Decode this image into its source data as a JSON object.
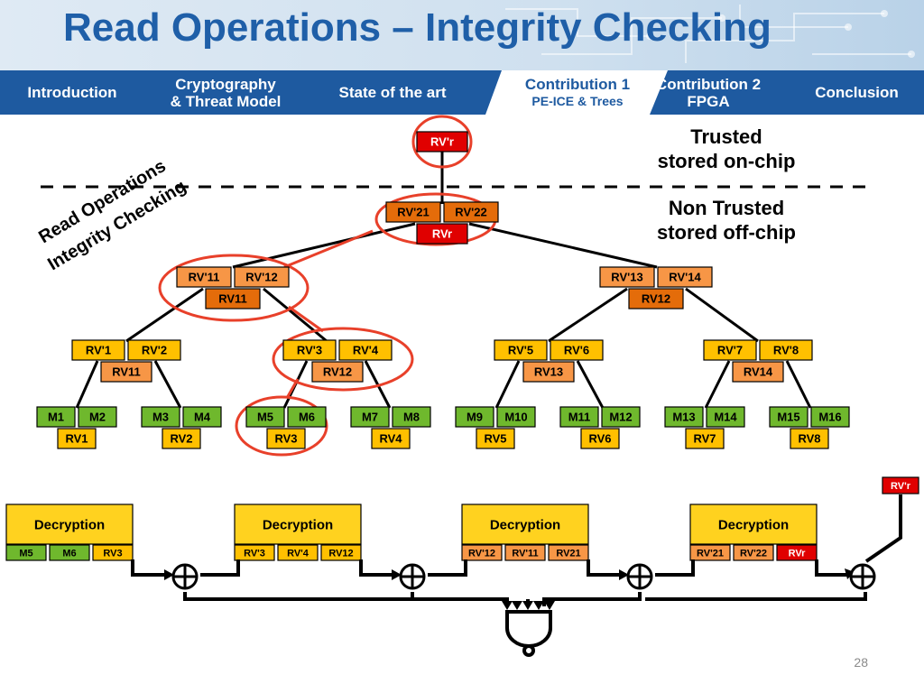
{
  "title": "Read Operations – Integrity Checking",
  "nav": [
    {
      "label": "Introduction"
    },
    {
      "label": "Cryptography\n& Threat Model"
    },
    {
      "label": "State of the art"
    },
    {
      "label": "Contribution 1",
      "sub": "PE-ICE & Trees"
    },
    {
      "label": "Contribution 2\nFPGA"
    },
    {
      "label": "Conclusion"
    }
  ],
  "labels": {
    "trusted": "Trusted\nstored on-chip",
    "nontrusted": "Non Trusted\nstored off-chip",
    "diag1": "Read Operations",
    "diag2": "Integrity Checking"
  },
  "tree": {
    "root": "RV'r",
    "l1": {
      "a": "RV'21",
      "b": "RV'22",
      "rv": "RVr"
    },
    "l2": [
      {
        "a": "RV'11",
        "b": "RV'12",
        "rv": "RV11"
      },
      {
        "a": "RV'13",
        "b": "RV'14",
        "rv": "RV12"
      }
    ],
    "l3": [
      {
        "a": "RV'1",
        "b": "RV'2",
        "rv": "RV11"
      },
      {
        "a": "RV'3",
        "b": "RV'4",
        "rv": "RV12"
      },
      {
        "a": "RV'5",
        "b": "RV'6",
        "rv": "RV13"
      },
      {
        "a": "RV'7",
        "b": "RV'8",
        "rv": "RV14"
      }
    ],
    "leaves": [
      {
        "a": "M1",
        "b": "M2",
        "rv": "RV1"
      },
      {
        "a": "M3",
        "b": "M4",
        "rv": "RV2"
      },
      {
        "a": "M5",
        "b": "M6",
        "rv": "RV3"
      },
      {
        "a": "M7",
        "b": "M8",
        "rv": "RV4"
      },
      {
        "a": "M9",
        "b": "M10",
        "rv": "RV5"
      },
      {
        "a": "M11",
        "b": "M12",
        "rv": "RV6"
      },
      {
        "a": "M13",
        "b": "M14",
        "rv": "RV7"
      },
      {
        "a": "M15",
        "b": "M16",
        "rv": "RV8"
      }
    ]
  },
  "decryption": {
    "label": "Decryption",
    "units": [
      {
        "cells": [
          "M5",
          "M6",
          "RV3"
        ]
      },
      {
        "cells": [
          "RV'3",
          "RV'4",
          "RV12"
        ]
      },
      {
        "cells": [
          "RV'12",
          "RV'11",
          "RV21"
        ]
      },
      {
        "cells": [
          "RV'21",
          "RV'22",
          "RVr"
        ]
      }
    ],
    "root_input": "RV'r"
  },
  "colors": {
    "green": "#6fb82d",
    "yellow": "#ffc000",
    "orange": "#f79646",
    "dark_orange": "#e46c0a",
    "red": "#e00000",
    "nav": "#1e5aa0",
    "title": "#1f5fa8",
    "highlight": "#e8402a"
  },
  "page_number": "28"
}
